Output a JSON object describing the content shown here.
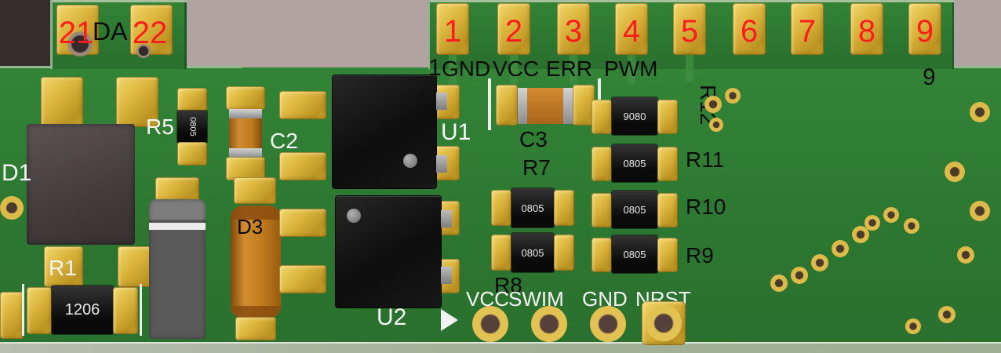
{
  "colors": {
    "background": "#b2a3a3",
    "corner_shadow": "#352d2d",
    "pcb_green": "#2e7c33",
    "pad_gold": "#d9b43c",
    "silkscreen": "#ffffff",
    "pin_number_red": "#ff1c1c",
    "ic_body_black": "#141414",
    "capacitor_orange": "#c9821e",
    "board_edge": "#a8b29c"
  },
  "left_tab": {
    "pin21": "21",
    "pin22": "22",
    "label": "DA"
  },
  "top_pins": [
    "1",
    "2",
    "3",
    "4",
    "5",
    "6",
    "7",
    "8",
    "9"
  ],
  "markers": {
    "pin1": "1",
    "pin9": "9"
  },
  "top_signals": [
    "GND",
    "VCC",
    "ERR",
    "PWM"
  ],
  "components": {
    "d1": {
      "refdes": "D1"
    },
    "r1": {
      "refdes": "R1",
      "marking": "1206"
    },
    "r5": {
      "refdes": "R5",
      "marking": "0805"
    },
    "c2": {
      "refdes": "C2"
    },
    "d3": {
      "refdes": "D3"
    },
    "u1": {
      "refdes": "U1"
    },
    "u2": {
      "refdes": "U2"
    },
    "c3": {
      "refdes": "C3"
    },
    "r7": {
      "refdes": "R7",
      "marking": "0805"
    },
    "r8": {
      "refdes": "R8",
      "marking": "0805"
    },
    "r9": {
      "refdes": "R9",
      "marking": "0805"
    },
    "r10": {
      "refdes": "R10",
      "marking": "0805"
    },
    "r11": {
      "refdes": "R11",
      "marking": "0805"
    },
    "r12": {
      "refdes": "R12",
      "marking": "9080"
    }
  },
  "bottom_header": [
    "VCC",
    "SWIM",
    "GND",
    "NRST"
  ]
}
